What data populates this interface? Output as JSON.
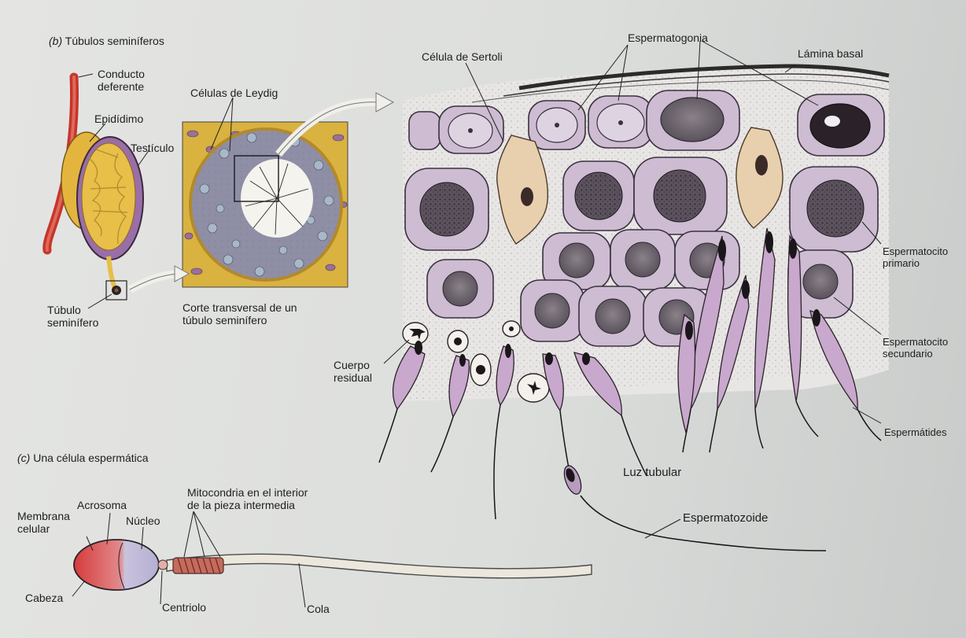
{
  "panel_b": {
    "heading_letter": "(b)",
    "heading_text": "Túbulos seminíferos",
    "labels": {
      "conducto_deferente": [
        "Conducto",
        "deferente"
      ],
      "epididimo": "Epidídimo",
      "testiculo": "Testículo",
      "tubulo_seminifero": [
        "Túbulo",
        "seminífero"
      ],
      "celulas_leydig": "Células de Leydig",
      "corte_transversal": [
        "Corte transversal de un",
        "túbulo seminífero"
      ],
      "celula_sertoli": "Célula de Sertoli",
      "espermatogonia": "Espermatogonia",
      "lamina_basal": "Lámina basal",
      "espermatocito_primario": [
        "Espermatocito",
        "primario"
      ],
      "espermatocito_secundario": [
        "Espermatocito",
        "secundario"
      ],
      "espermatides": "Espermátides",
      "cuerpo_residual": [
        "Cuerpo",
        "residual"
      ],
      "luz_tubular": "Luz tubular",
      "espermatozoide": "Espermatozoide"
    }
  },
  "panel_c": {
    "heading_letter": "(c)",
    "heading_text": "Una célula espermática",
    "labels": {
      "membrana_celular": [
        "Membrana",
        "celular"
      ],
      "acrosoma": "Acrosoma",
      "nucleo": "Núcleo",
      "mitocondria": [
        "Mitocondria en el interior",
        "de la pieza intermedia"
      ],
      "cabeza": "Cabeza",
      "centriolo": "Centriolo",
      "cola": "Cola"
    }
  },
  "colors": {
    "cell_fill": "#cdbcd2",
    "cell_stroke": "#3a3040",
    "nucleus_fill": "#6e6570",
    "sertoli_fill": "#e8cfae",
    "duct_red": "#cf3a2a",
    "epididymis_yellow": "#e3b53a",
    "acrosome_red": "#d0383c",
    "nucleus_lavender": "#b9b4d4",
    "midpiece": "#c66a5c",
    "tail_fill": "#ece7dc"
  }
}
